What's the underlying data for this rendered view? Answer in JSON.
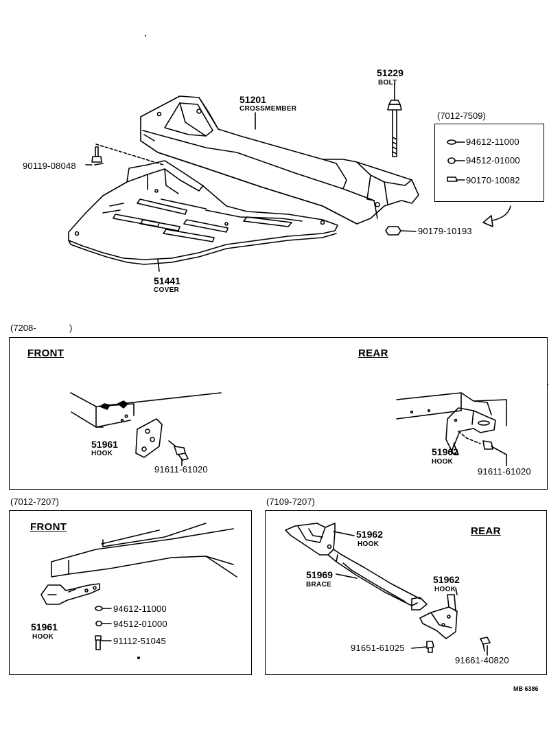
{
  "top": {
    "bolt": {
      "number": "51229",
      "name": "BOLT"
    },
    "crossmember": {
      "number": "51201",
      "name": "CROSSMEMBER"
    },
    "cover": {
      "number": "51441",
      "name": "COVER"
    },
    "screw_left": "90119-08048",
    "nut_bottom": "90179-10193",
    "range_box": {
      "range": "(7012-7509)",
      "parts": [
        "94612-11000",
        "94512-01000",
        "90170-10082"
      ]
    }
  },
  "middle": {
    "range": "(7208-          )",
    "front": {
      "heading": "FRONT",
      "hook": {
        "number": "51961",
        "name": "HOOK"
      },
      "bolt": "91611-61020"
    },
    "rear": {
      "heading": "REAR",
      "hook": {
        "number": "51962",
        "name": "HOOK"
      },
      "bolt": "91611-61020"
    }
  },
  "bottom_left": {
    "range": "(7012-7207)",
    "heading": "FRONT",
    "hook": {
      "number": "51961",
      "name": "HOOK"
    },
    "parts": [
      "94612-11000",
      "94512-01000",
      "91112-51045"
    ]
  },
  "bottom_right": {
    "range": "(7109-7207)",
    "heading": "REAR",
    "hook_upper": {
      "number": "51962",
      "name": "HOOK"
    },
    "brace": {
      "number": "51969",
      "name": "BRACE"
    },
    "hook_lower": {
      "number": "51962",
      "name": "HOOK"
    },
    "bolt_left": "91651-61025",
    "bolt_right": "91661-40820"
  },
  "footer_ref": "MB 6386"
}
